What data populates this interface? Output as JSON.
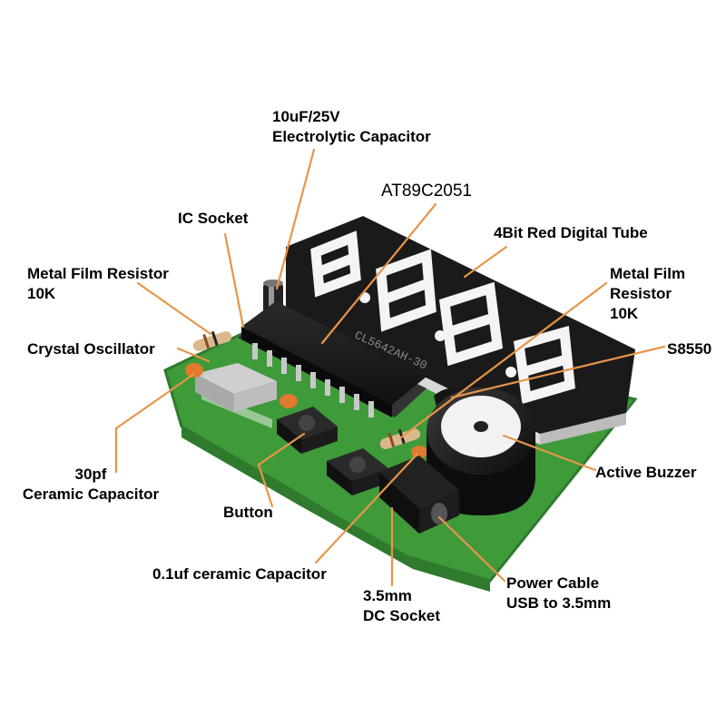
{
  "colors": {
    "leader": "#e8954a",
    "pcb": "#3f9a3a",
    "pcb_edge": "#2f7a2c",
    "display_body": "#1a1a1a",
    "segment": "#f4f4f4",
    "text": "#000000"
  },
  "display": {
    "part_marking": "CL5642AH-30"
  },
  "labels": {
    "electrolytic": [
      "10uF/25V",
      "Electrolytic Capacitor"
    ],
    "mcu": [
      "AT89C2051"
    ],
    "ic_socket": [
      "IC Socket"
    ],
    "digital_tube": [
      "4Bit Red Digital Tube"
    ],
    "resistor_left": [
      "Metal Film Resistor",
      "10K"
    ],
    "resistor_right": [
      "Metal Film",
      "Resistor",
      "10K"
    ],
    "crystal": [
      "Crystal Oscillator"
    ],
    "transistor": [
      "S8550"
    ],
    "ceramic_cap": [
      "30pf",
      "Ceramic Capacitor"
    ],
    "buzzer": [
      "Active Buzzer"
    ],
    "button": [
      "Button"
    ],
    "small_cap": [
      "0.1uf ceramic Capacitor"
    ],
    "dc_socket": [
      "3.5mm",
      "DC Socket"
    ],
    "power_cable": [
      "Power Cable",
      "USB to 3.5mm"
    ]
  }
}
